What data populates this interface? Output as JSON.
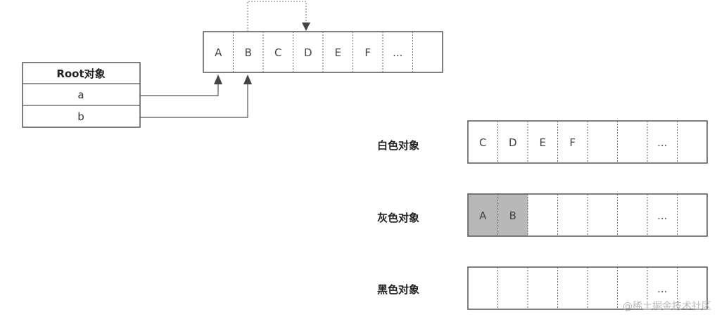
{
  "heap": {
    "cells": [
      "A",
      "B",
      "C",
      "D",
      "E",
      "F",
      "...",
      ""
    ]
  },
  "root": {
    "title": "Root对象",
    "fields": [
      "a",
      "b"
    ]
  },
  "sets": [
    {
      "label": "白色对象",
      "cells": [
        "C",
        "D",
        "E",
        "F",
        "",
        "",
        "...",
        ""
      ],
      "shaded": []
    },
    {
      "label": "灰色对象",
      "cells": [
        "A",
        "B",
        "",
        "",
        "",
        "",
        "...",
        ""
      ],
      "shaded": [
        0,
        1
      ]
    },
    {
      "label": "黑色对象",
      "cells": [
        "",
        "",
        "",
        "",
        "",
        "",
        "...",
        ""
      ],
      "shaded": []
    }
  ],
  "colors": {
    "stroke": "#555555",
    "shaded_fill": "#b8b8b8",
    "arrow": "#444444"
  },
  "watermark": "@稀土掘金技术社区"
}
